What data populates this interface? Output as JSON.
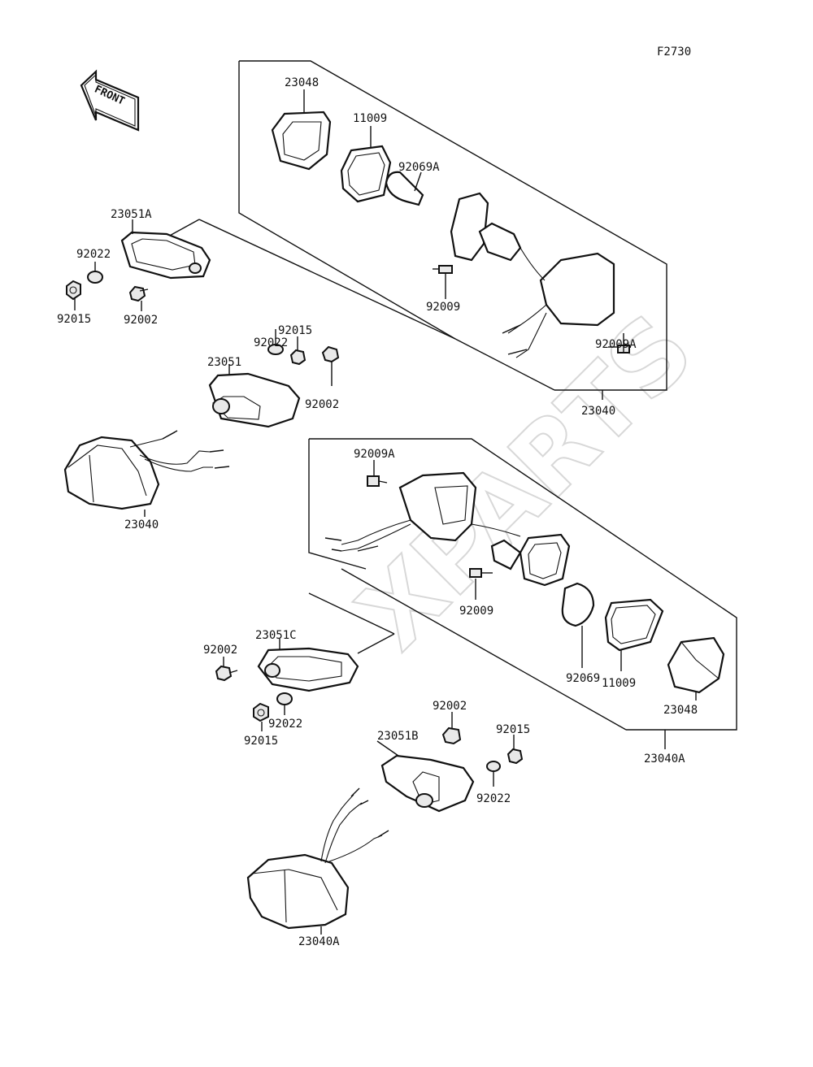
{
  "figure_code": "F2730",
  "front_arrow": {
    "label": "FRONT",
    "icon": "front-arrow-icon"
  },
  "watermark": "XPARTS",
  "labels": {
    "a23048_top": "23048",
    "a11009_top": "11009",
    "a92069A": "92069A",
    "a23051A": "23051A",
    "a92022_left": "92022",
    "a92015_left": "92015",
    "a92002_left": "92002",
    "a92009_top": "92009",
    "a92015_mid": "92015",
    "a92022_mid": "92022",
    "a23051": "23051",
    "a92002_mid": "92002",
    "a92009A_top": "92009A",
    "a23040_top": "23040",
    "a23040_left": "23040",
    "a92009A_mid": "92009A",
    "a92009_mid": "92009",
    "a92069": "92069",
    "a11009_bot": "11009",
    "a23048_bot": "23048",
    "a23051C": "23051C",
    "a92002_lc": "92002",
    "a92022_lc": "92022",
    "a92015_lc": "92015",
    "a23040A_right": "23040A",
    "a92002_bc": "92002",
    "a92015_bc": "92015",
    "a23051B": "23051B",
    "a92022_bc": "92022",
    "a23040A_bot": "23040A"
  }
}
